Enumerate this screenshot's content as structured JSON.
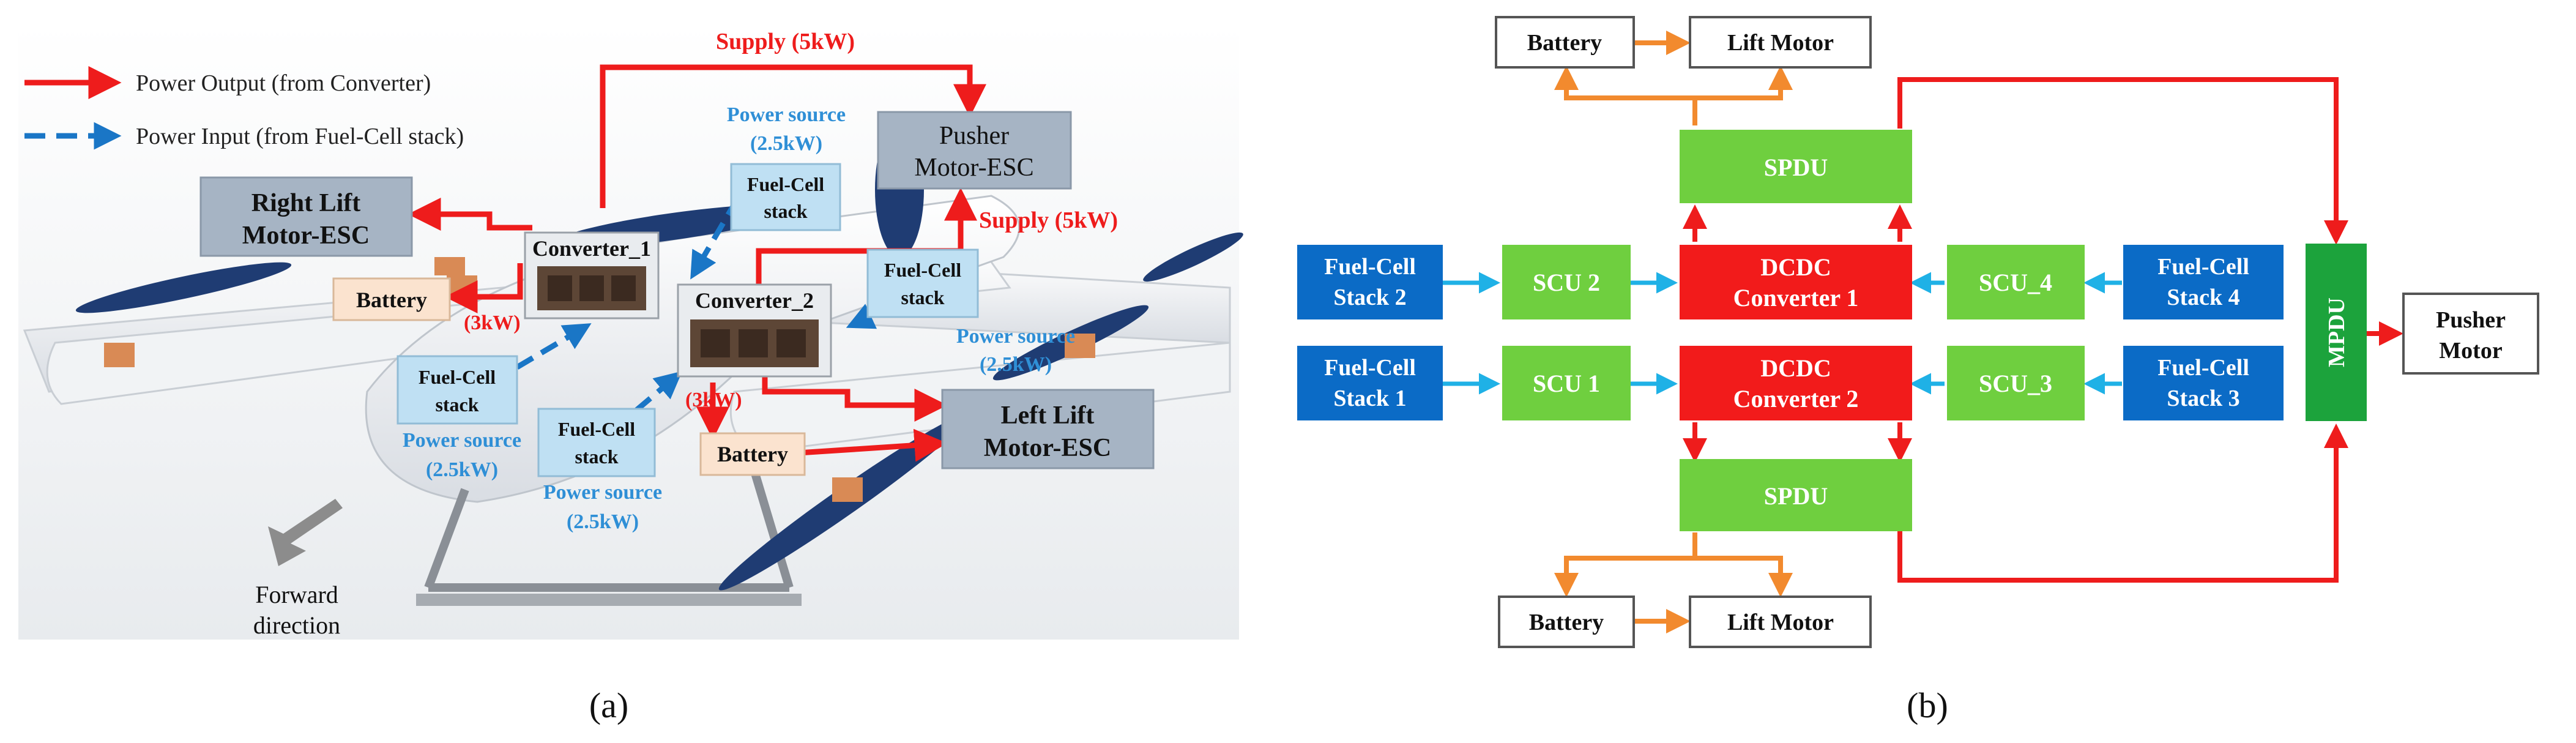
{
  "colors": {
    "power_output": "#ee1c1c",
    "power_input": "#1a76c6",
    "blue_label": "#2f8fd6",
    "fuel_cell_dark": "#0b6bc6",
    "green": "#6fcf3f",
    "mpdu_green": "#1ca33c",
    "dcdc_red": "#f21b1b",
    "orange": "#f28a2e",
    "cyan_arrow": "#1fb1e6"
  },
  "panel_a": {
    "caption": "(a)",
    "legend": {
      "output": "Power Output (from Converter)",
      "input": "Power Input (from Fuel-Cell stack)"
    },
    "supply_top": "Supply (5kW)",
    "supply_right": "Supply (5kW)",
    "power_source_lines": [
      "Power source",
      "(2.5kW)"
    ],
    "pusher_esc": [
      "Pusher",
      "Motor-ESC"
    ],
    "right_lift_esc": [
      "Right Lift",
      "Motor-ESC"
    ],
    "left_lift_esc": [
      "Left Lift",
      "Motor-ESC"
    ],
    "converter_1": "Converter_1",
    "converter_2": "Converter_2",
    "battery": "Battery",
    "three_kw": "(3kW)",
    "fuel_cell_stack": [
      "Fuel-Cell",
      "stack"
    ],
    "forward": [
      "Forward",
      "direction"
    ]
  },
  "panel_b": {
    "caption": "(b)",
    "battery": "Battery",
    "lift_motor": "Lift Motor",
    "spdu": "SPDU",
    "mpdu": "MPDU",
    "pusher_motor": [
      "Pusher",
      "Motor"
    ],
    "fc_stack_2": [
      "Fuel-Cell",
      "Stack 2"
    ],
    "fc_stack_1": [
      "Fuel-Cell",
      "Stack 1"
    ],
    "fc_stack_4": [
      "Fuel-Cell",
      "Stack 4"
    ],
    "fc_stack_3": [
      "Fuel-Cell",
      "Stack 3"
    ],
    "scu_2": "SCU 2",
    "scu_1": "SCU 1",
    "scu_4": "SCU_4",
    "scu_3": "SCU_3",
    "dcdc_1": [
      "DCDC",
      "Converter 1"
    ],
    "dcdc_2": [
      "DCDC",
      "Converter 2"
    ]
  }
}
